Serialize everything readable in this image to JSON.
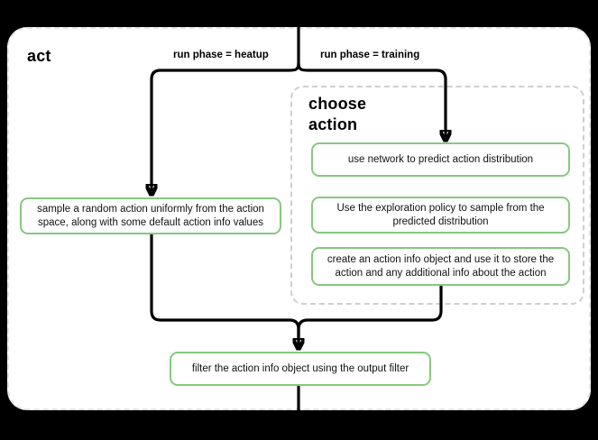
{
  "diagram": {
    "type": "flowchart",
    "outer_group": {
      "title": "act",
      "border_style": "dashed-rounded",
      "background": "#ffffff"
    },
    "inner_group": {
      "title": "choose\naction",
      "title_line1": "choose",
      "title_line2": "action",
      "border_style": "dashed-rounded"
    },
    "colors": {
      "node_border": "#85c97d",
      "node_fill": "#ffffff",
      "edge": "#000000",
      "group_border": "#d6d6d6",
      "page_background": "#000000",
      "text": "#111111"
    },
    "edge_labels": [
      {
        "id": "heatup",
        "text": "run phase = heatup"
      },
      {
        "id": "training",
        "text": "run phase = training"
      }
    ],
    "nodes": [
      {
        "id": "sample-random-action",
        "text": "sample a random action uniformly from the action space, along with some default action info values",
        "group": "act"
      },
      {
        "id": "use-network-predict",
        "text": "use network to predict action distribution",
        "group": "choose action"
      },
      {
        "id": "exploration-policy",
        "text": "Use the exploration policy to sample from the predicted distribution",
        "group": "choose action"
      },
      {
        "id": "create-action-info",
        "text": "create an action info object and use it to store the action and any additional info about the action",
        "group": "choose action"
      },
      {
        "id": "filter-action-info",
        "text": "filter the action info object using the output filter",
        "group": "act"
      }
    ],
    "edges": [
      {
        "from": "entry",
        "to": "sample-random-action",
        "label": "run phase = heatup"
      },
      {
        "from": "entry",
        "to": "use-network-predict",
        "label": "run phase = training"
      },
      {
        "from": "sample-random-action",
        "to": "filter-action-info",
        "label": ""
      },
      {
        "from": "create-action-info",
        "to": "filter-action-info",
        "label": ""
      },
      {
        "from": "filter-action-info",
        "to": "exit",
        "label": ""
      }
    ]
  }
}
